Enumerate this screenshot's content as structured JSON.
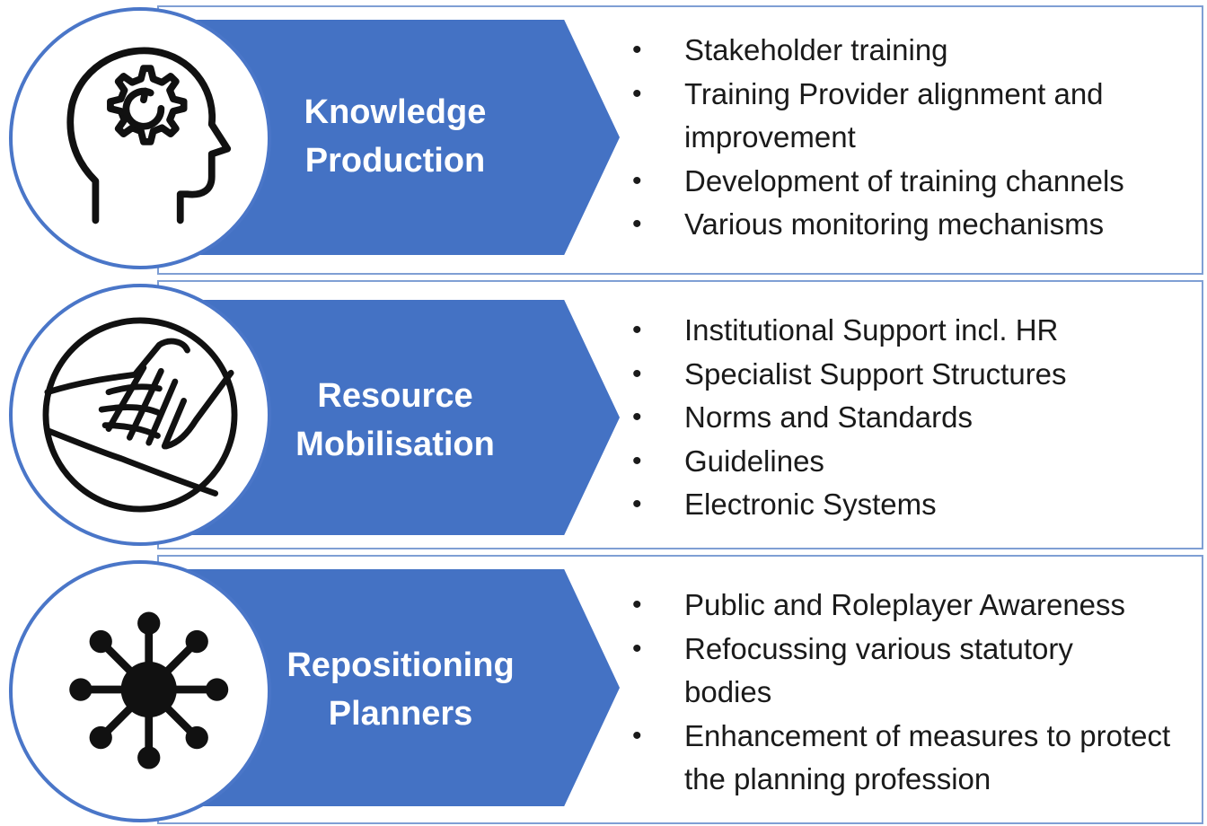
{
  "rows": [
    {
      "title_line1": "Knowledge",
      "title_line2": "Production",
      "icon": "head-gear-icon",
      "bullets": [
        "Stakeholder training",
        "Training Provider alignment and improvement",
        "Development of training channels",
        "Various monitoring mechanisms"
      ]
    },
    {
      "title_line1": "Resource",
      "title_line2": "Mobilisation",
      "icon": "joined-hands-icon",
      "bullets": [
        "Institutional Support incl. HR",
        "Specialist Support Structures",
        "Norms and Standards",
        "Guidelines",
        "Electronic Systems"
      ]
    },
    {
      "title_line1": "Repositioning",
      "title_line2": "Planners",
      "icon": "network-hub-icon",
      "bullets": [
        "Public and Roleplayer Awareness",
        "Refocussing various statutory bodies",
        " Enhancement of measures to protect the planning profession"
      ]
    }
  ],
  "colors": {
    "accent": "#4472c4",
    "border": "#7f9fd4",
    "text": "#1a1a1a"
  }
}
